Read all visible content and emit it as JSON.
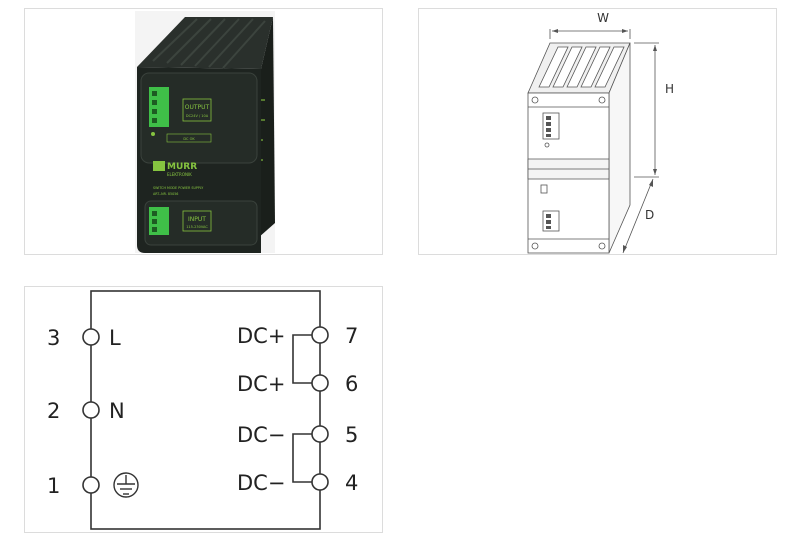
{
  "product_photo": {
    "brand_logo": "MURR",
    "brand_sub": "ELEKTRONIK",
    "output_label": "OUTPUT",
    "output_rating": "DC24V / 10A",
    "input_label": "INPUT",
    "input_rating": "115-230VAC",
    "dc_ok_label": "DC OK",
    "product_name": "SWITCH MODE POWER SUPPLY",
    "article_no": "ART.-NR. 85056",
    "colors": {
      "housing": "#1e2420",
      "terminal": "#3fbf48",
      "text_green": "#86c440"
    }
  },
  "dimension_drawing": {
    "width_label": "W",
    "height_label": "H",
    "depth_label": "D"
  },
  "wiring_diagram": {
    "left_terminals": [
      {
        "number": "3",
        "label": "L"
      },
      {
        "number": "2",
        "label": "N"
      },
      {
        "number": "1",
        "label": "",
        "icon": "ground-icon"
      }
    ],
    "right_terminals": [
      {
        "number": "7",
        "label": "DC+"
      },
      {
        "number": "6",
        "label": "DC+"
      },
      {
        "number": "5",
        "label": "DC−"
      },
      {
        "number": "4",
        "label": "DC−"
      }
    ]
  }
}
